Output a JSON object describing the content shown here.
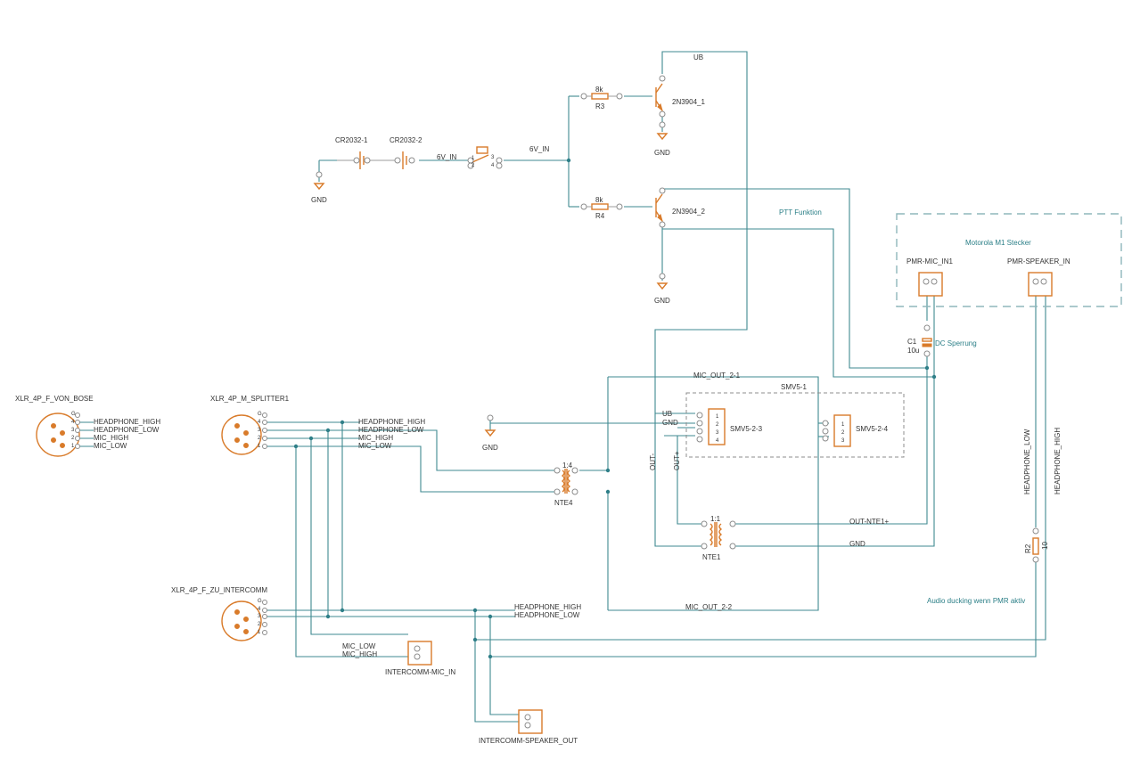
{
  "labels": {
    "cr1": "CR2032-1",
    "cr2": "CR2032-2",
    "gnd": "GND",
    "v6in_a": "6V_IN",
    "v6in_b": "6V_IN",
    "ub_top": "UB",
    "r3_val": "8k",
    "r3_name": "R3",
    "r4_val": "8k",
    "r4_name": "R4",
    "q1": "2N3904_1",
    "q2": "2N3904_2",
    "ptt": "PTT Funktion",
    "motorola": "Motorola M1 Stecker",
    "pmr_mic": "PMR-MIC_IN1",
    "pmr_spk": "PMR-SPEAKER_IN",
    "c1_name": "C1",
    "c1_val": "10u",
    "dc": "DC Sperrung",
    "mic_out_2_1": "MIC_OUT_2-1",
    "smv5_1": "SMV5-1",
    "smv5_2_3": "SMV5-2-3",
    "smv5_2_4": "SMV5-2-4",
    "ub_mid": "UB",
    "gnd_mid": "GND",
    "out_minus": "OUT-",
    "out_plus": "OUT+",
    "nte4_ratio": "1:4",
    "nte4": "NTE4",
    "nte1_ratio": "1:1",
    "nte1": "NTE1",
    "out_nte1": "OUT-NTE1+",
    "gnd_nte1": "GND",
    "mic_out_2_2": "MIC_OUT_2-2",
    "xlr_bose": "XLR_4P_F_VON_BOSE",
    "xlr_split": "XLR_4P_M_SPLITTER1",
    "xlr_inter": "XLR_4P_F_ZU_INTERCOMM",
    "hp_high": "HEADPHONE_HIGH",
    "hp_low": "HEADPHONE_LOW",
    "mic_high": "MIC_HIGH",
    "mic_low": "MIC_LOW",
    "hp_high_s": "HEADPHONE_HIGH",
    "hp_low_s": "HEADPHONE_LOW",
    "mic_high_s": "MIC_HIGH",
    "mic_low_s": "MIC_LOW",
    "hp_high_i": "HEADPHONE_HIGH",
    "hp_low_i": "HEADPHONE_LOW",
    "mic_low_i": "MIC_LOW",
    "mic_high_i": "MIC_HIGH",
    "intercom_mic": "INTERCOMM-MIC_IN",
    "intercom_spk": "INTERCOMM-SPEAKER_OUT",
    "r2_name": "R2",
    "r2_val": "10",
    "hp_low_v": "HEADPHONE_LOW",
    "hp_high_v": "HEADPHONE_HIGH",
    "ducking": "Audio ducking wenn PMR aktiv",
    "pin_g": "G",
    "pin_4": "4",
    "pin_3": "3",
    "pin_2": "2",
    "pin_1": "1"
  },
  "colors": {
    "wire": "#3f8a91",
    "component": "#d97b2a",
    "annotation": "#2b7f87",
    "text": "#333333"
  }
}
